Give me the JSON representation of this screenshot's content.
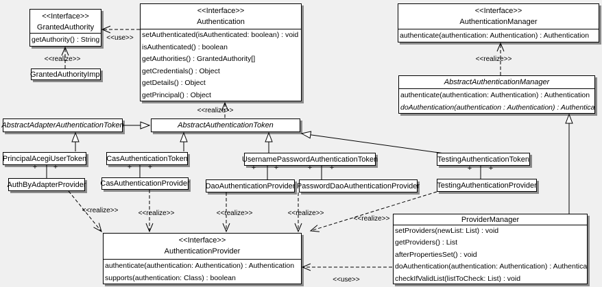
{
  "colors": {
    "background": "#f0f0f0",
    "box_fill": "#ffffff",
    "line": "#000000"
  },
  "labels": {
    "use": "<<use>>",
    "realize": "<<realize>>",
    "plus": "+",
    "interface_stereotype": "<<Interface>>"
  },
  "classes": {
    "granted_authority": {
      "stereotype": "<<Interface>>",
      "name": "GrantedAuthority",
      "methods": [
        "getAuthority() : String"
      ]
    },
    "granted_authority_impl": {
      "name": "GrantedAuthorityImpl"
    },
    "authentication": {
      "stereotype": "<<Interface>>",
      "name": "Authentication",
      "methods": [
        "setAuthenticated(isAuthenticated: boolean) : void",
        "isAuthenticated() : boolean",
        "getAuthorities() : GrantedAuthority[]",
        "getCredentials() : Object",
        "getDetails() : Object",
        "getPrincipal() : Object"
      ]
    },
    "authentication_manager": {
      "stereotype": "<<Interface>>",
      "name": "AuthenticationManager",
      "methods": [
        "authenticate(authentication: Authentication) : Authentication"
      ]
    },
    "abstract_authentication_manager": {
      "name": "AbstractAuthenticationManager",
      "methods": [
        "authenticate(authentication: Authentication) : Authentication",
        "doAuthentication(authentication : Authentication) : Authentication"
      ]
    },
    "abstract_adapter_authentication_token": {
      "name": "AbstractAdapterAuthenticationToken"
    },
    "abstract_authentication_token": {
      "name": "AbstractAuthenticationToken"
    },
    "principal_acegi_user_token": {
      "name": "PrincipalAcegiUserToken"
    },
    "cas_authentication_token": {
      "name": "CasAuthenticationToken"
    },
    "username_password_authentication_token": {
      "name": "UsernamePasswordAuthenticationToken"
    },
    "testing_authentication_token": {
      "name": "TestingAuthenticationToken"
    },
    "auth_by_adapter_provider": {
      "name": "AuthByAdapterProvider"
    },
    "cas_authentication_provider": {
      "name": "CasAuthenticationProvider"
    },
    "dao_authentication_provider": {
      "name": "DaoAuthenticationProvider"
    },
    "password_dao_authentication_provider": {
      "name": "PasswordDaoAuthenticationProvider"
    },
    "testing_authentication_provider": {
      "name": "TestingAuthenticationProvider"
    },
    "authentication_provider": {
      "stereotype": "<<Interface>>",
      "name": "AuthenticationProvider",
      "methods": [
        "authenticate(authentication: Authentication) : Authentication",
        "supports(authentication: Class) : boolean"
      ]
    },
    "provider_manager": {
      "name": "ProviderManager",
      "methods": [
        "setProviders(newList: List) : void",
        "getProviders() : List",
        "afterPropertiesSet() : void",
        "doAuthentication(authentication: Authentication) : Authentication",
        "checkIfValidList(listToCheck: List) : void"
      ]
    }
  },
  "relationships": [
    {
      "from": "GrantedAuthorityImpl",
      "to": "GrantedAuthority",
      "type": "realize"
    },
    {
      "from": "Authentication",
      "to": "GrantedAuthority",
      "type": "use"
    },
    {
      "from": "AbstractAuthenticationToken",
      "to": "Authentication",
      "type": "realize"
    },
    {
      "from": "AbstractAuthenticationManager",
      "to": "AuthenticationManager",
      "type": "realize"
    },
    {
      "from": "AbstractAdapterAuthenticationToken",
      "to": "AbstractAuthenticationToken",
      "type": "generalization"
    },
    {
      "from": "PrincipalAcegiUserToken",
      "to": "AbstractAdapterAuthenticationToken",
      "type": "generalization"
    },
    {
      "from": "CasAuthenticationToken",
      "to": "AbstractAuthenticationToken",
      "type": "generalization"
    },
    {
      "from": "UsernamePasswordAuthenticationToken",
      "to": "AbstractAuthenticationToken",
      "type": "generalization"
    },
    {
      "from": "TestingAuthenticationToken",
      "to": "AbstractAuthenticationToken",
      "type": "generalization"
    },
    {
      "from": "ProviderManager",
      "to": "AbstractAuthenticationManager",
      "type": "generalization"
    },
    {
      "from": "PrincipalAcegiUserToken",
      "to": "AuthByAdapterProvider",
      "type": "association",
      "end_labels": [
        "+",
        "+"
      ]
    },
    {
      "from": "CasAuthenticationToken",
      "to": "CasAuthenticationProvider",
      "type": "association",
      "end_labels": [
        "+",
        "+"
      ]
    },
    {
      "from": "UsernamePasswordAuthenticationToken",
      "to": "DaoAuthenticationProvider",
      "type": "association",
      "end_labels": [
        "+",
        "+"
      ]
    },
    {
      "from": "UsernamePasswordAuthenticationToken",
      "to": "PasswordDaoAuthenticationProvider",
      "type": "association",
      "end_labels": [
        "+",
        "+"
      ]
    },
    {
      "from": "TestingAuthenticationToken",
      "to": "TestingAuthenticationProvider",
      "type": "association",
      "end_labels": [
        "+",
        "+"
      ]
    },
    {
      "from": "AuthByAdapterProvider",
      "to": "AuthenticationProvider",
      "type": "realize"
    },
    {
      "from": "CasAuthenticationProvider",
      "to": "AuthenticationProvider",
      "type": "realize"
    },
    {
      "from": "DaoAuthenticationProvider",
      "to": "AuthenticationProvider",
      "type": "realize"
    },
    {
      "from": "PasswordDaoAuthenticationProvider",
      "to": "AuthenticationProvider",
      "type": "realize"
    },
    {
      "from": "TestingAuthenticationProvider",
      "to": "AuthenticationProvider",
      "type": "realize"
    },
    {
      "from": "ProviderManager",
      "to": "AuthenticationProvider",
      "type": "use"
    }
  ]
}
